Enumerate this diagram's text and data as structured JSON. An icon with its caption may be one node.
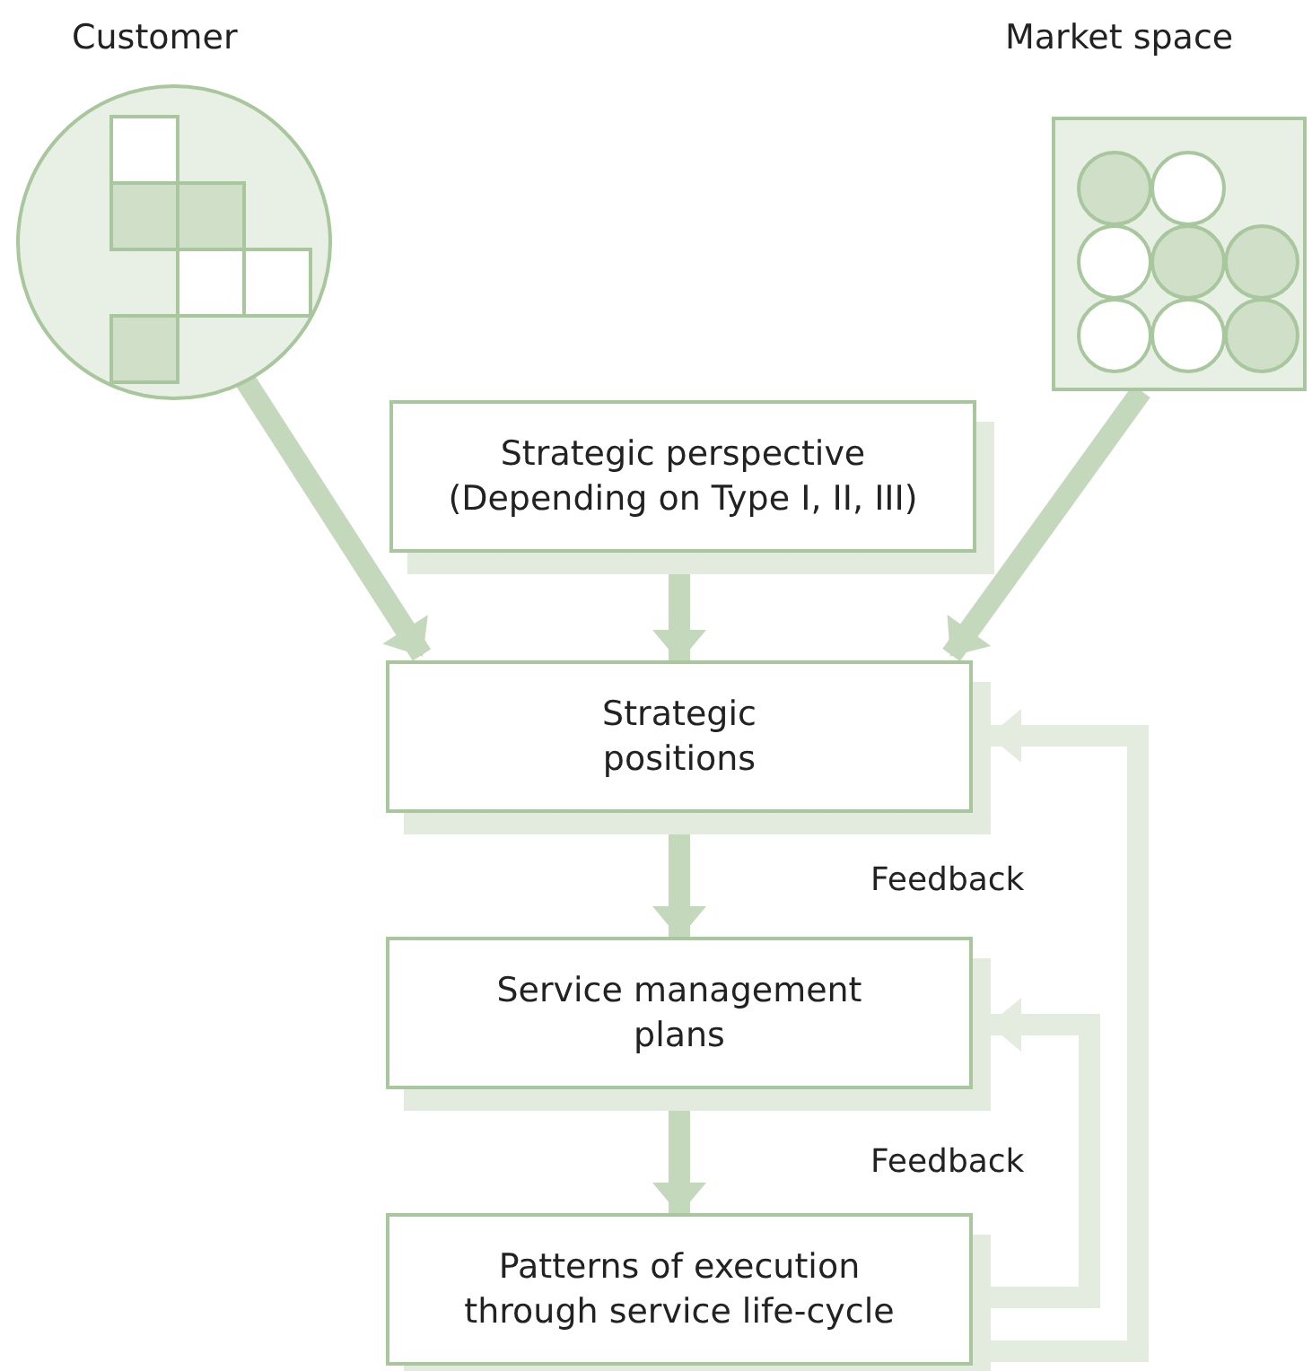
{
  "diagram": {
    "nodes": [
      {
        "text": [
          "Customer"
        ]
      },
      {
        "text": [
          "Market space"
        ]
      },
      {
        "text": [
          "Strategic perspective (Depending on Type I, II, III)"
        ]
      },
      {
        "text": [
          "Strategic positions"
        ]
      },
      {
        "text": [
          "Service management plans"
        ]
      },
      {
        "text": [
          "Patterns of execution through service life-cycle"
        ]
      }
    ],
    "edges": [
      {
        "from": 0,
        "to": 3,
        "arrow": "to"
      },
      {
        "from": 1,
        "to": 3,
        "arrow": "to"
      },
      {
        "from": 2,
        "to": 3,
        "arrow": "to"
      },
      {
        "from": 3,
        "to": 4,
        "arrow": "to"
      },
      {
        "from": 4,
        "to": 5,
        "arrow": "to"
      },
      {
        "from": 5,
        "to": 3,
        "arrow": "to",
        "color": "#e4ece0",
        "label": "Feedback"
      },
      {
        "from": 5,
        "to": 4,
        "arrow": "to",
        "color": "#e4ece0",
        "label": "Feedback"
      }
    ]
  }
}
